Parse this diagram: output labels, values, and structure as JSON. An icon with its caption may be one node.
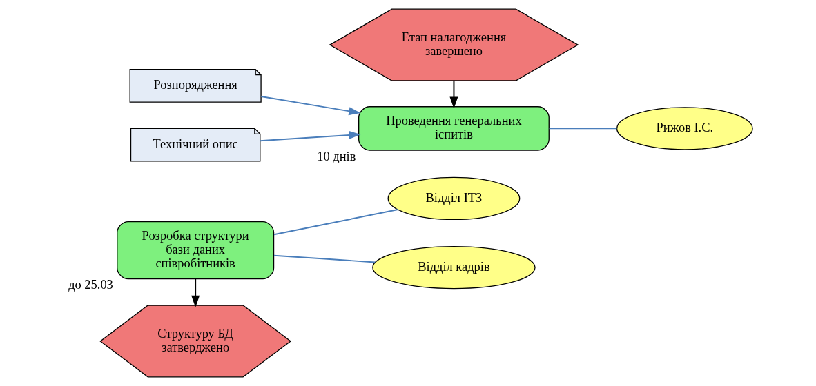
{
  "diagram": {
    "nodes": [
      {
        "text": [
          "Розробка структури бази даних співробітників"
        ],
        "beside": [
          "до 25.03"
        ]
      },
      {
        "text": [
          "Відділ ІТЗ"
        ]
      },
      {
        "text": [
          "Відділ кадрів"
        ]
      },
      {
        "text": [
          "Структуру БД затверджено"
        ]
      },
      {
        "text": [
          "Етап налагодження завершено"
        ]
      },
      {
        "text": [
          "Розпорядження"
        ]
      },
      {
        "text": [
          "Технічний опис"
        ]
      },
      {
        "text": [
          "Проведення генеральних іспитів"
        ],
        "beside": [
          "10 днів"
        ]
      },
      {
        "text": [
          "Рижов І.С."
        ]
      }
    ],
    "edges": [
      {
        "from": 0,
        "to": 1,
        "arrow": "none"
      },
      {
        "from": 0,
        "to": 2,
        "arrow": "none"
      },
      {
        "from": 0,
        "to": 3,
        "arrow": "to",
        "color": "#000000"
      },
      {
        "from": 4,
        "to": 7,
        "arrow": "to",
        "color": "#000000"
      },
      {
        "from": 5,
        "to": 7,
        "arrow": "to"
      },
      {
        "from": 6,
        "to": 7,
        "arrow": "to"
      },
      {
        "from": 7,
        "to": 8,
        "arrow": "none"
      }
    ]
  }
}
